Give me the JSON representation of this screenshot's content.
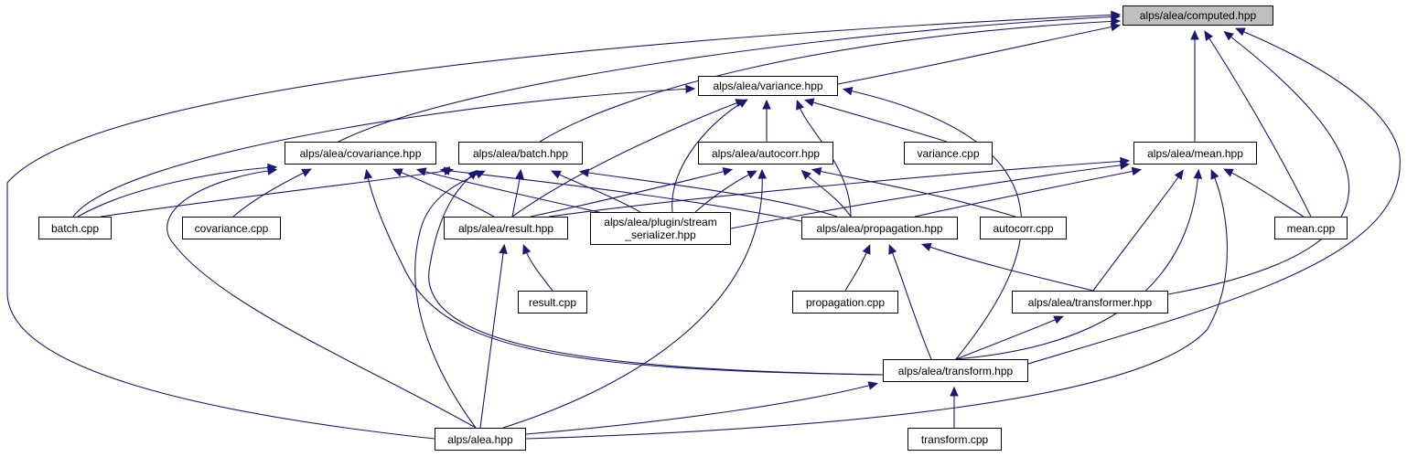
{
  "title": "alps/alea/computed.hpp",
  "nodes": [
    {
      "id": "computed_hpp",
      "label": "alps/alea/computed.hpp",
      "root": true
    },
    {
      "id": "variance_hpp",
      "label": "alps/alea/variance.hpp"
    },
    {
      "id": "covariance_hpp",
      "label": "alps/alea/covariance.hpp"
    },
    {
      "id": "batch_hpp",
      "label": "alps/alea/batch.hpp"
    },
    {
      "id": "autocorr_hpp",
      "label": "alps/alea/autocorr.hpp"
    },
    {
      "id": "variance_cpp",
      "label": "variance.cpp"
    },
    {
      "id": "mean_hpp",
      "label": "alps/alea/mean.hpp"
    },
    {
      "id": "batch_cpp",
      "label": "batch.cpp"
    },
    {
      "id": "covariance_cpp",
      "label": "covariance.cpp"
    },
    {
      "id": "result_hpp",
      "label": "alps/alea/result.hpp"
    },
    {
      "id": "stream_serializer_hpp",
      "label": "alps/alea/plugin/stream\n_serializer.hpp"
    },
    {
      "id": "propagation_hpp",
      "label": "alps/alea/propagation.hpp"
    },
    {
      "id": "autocorr_cpp",
      "label": "autocorr.cpp"
    },
    {
      "id": "mean_cpp",
      "label": "mean.cpp"
    },
    {
      "id": "result_cpp",
      "label": "result.cpp"
    },
    {
      "id": "propagation_cpp",
      "label": "propagation.cpp"
    },
    {
      "id": "transformer_hpp",
      "label": "alps/alea/transformer.hpp"
    },
    {
      "id": "transform_hpp",
      "label": "alps/alea/transform.hpp"
    },
    {
      "id": "alea_hpp",
      "label": "alps/alea.hpp"
    },
    {
      "id": "transform_cpp",
      "label": "transform.cpp"
    }
  ],
  "edges": [
    {
      "from": "variance_hpp",
      "to": "computed_hpp"
    },
    {
      "from": "covariance_hpp",
      "to": "computed_hpp"
    },
    {
      "from": "batch_hpp",
      "to": "computed_hpp"
    },
    {
      "from": "mean_hpp",
      "to": "computed_hpp"
    },
    {
      "from": "mean_cpp",
      "to": "computed_hpp"
    },
    {
      "from": "transformer_hpp",
      "to": "computed_hpp"
    },
    {
      "from": "transform_hpp",
      "to": "computed_hpp"
    },
    {
      "from": "alea_hpp",
      "to": "computed_hpp"
    },
    {
      "from": "batch_cpp",
      "to": "variance_hpp"
    },
    {
      "from": "result_hpp",
      "to": "variance_hpp"
    },
    {
      "from": "stream_serializer_hpp",
      "to": "variance_hpp"
    },
    {
      "from": "autocorr_hpp",
      "to": "variance_hpp"
    },
    {
      "from": "propagation_hpp",
      "to": "variance_hpp"
    },
    {
      "from": "variance_cpp",
      "to": "variance_hpp"
    },
    {
      "from": "transform_hpp",
      "to": "variance_hpp"
    },
    {
      "from": "batch_cpp",
      "to": "covariance_hpp"
    },
    {
      "from": "covariance_cpp",
      "to": "covariance_hpp"
    },
    {
      "from": "result_hpp",
      "to": "covariance_hpp"
    },
    {
      "from": "stream_serializer_hpp",
      "to": "covariance_hpp"
    },
    {
      "from": "propagation_hpp",
      "to": "covariance_hpp"
    },
    {
      "from": "transform_hpp",
      "to": "covariance_hpp"
    },
    {
      "from": "alea_hpp",
      "to": "covariance_hpp"
    },
    {
      "from": "batch_cpp",
      "to": "batch_hpp"
    },
    {
      "from": "result_hpp",
      "to": "batch_hpp"
    },
    {
      "from": "stream_serializer_hpp",
      "to": "batch_hpp"
    },
    {
      "from": "propagation_hpp",
      "to": "batch_hpp"
    },
    {
      "from": "transform_hpp",
      "to": "batch_hpp"
    },
    {
      "from": "alea_hpp",
      "to": "batch_hpp"
    },
    {
      "from": "result_hpp",
      "to": "autocorr_hpp"
    },
    {
      "from": "stream_serializer_hpp",
      "to": "autocorr_hpp"
    },
    {
      "from": "propagation_hpp",
      "to": "autocorr_hpp"
    },
    {
      "from": "autocorr_cpp",
      "to": "autocorr_hpp"
    },
    {
      "from": "alea_hpp",
      "to": "autocorr_hpp"
    },
    {
      "from": "result_hpp",
      "to": "mean_hpp"
    },
    {
      "from": "stream_serializer_hpp",
      "to": "mean_hpp"
    },
    {
      "from": "propagation_hpp",
      "to": "mean_hpp"
    },
    {
      "from": "mean_cpp",
      "to": "mean_hpp"
    },
    {
      "from": "transformer_hpp",
      "to": "mean_hpp"
    },
    {
      "from": "transform_hpp",
      "to": "mean_hpp"
    },
    {
      "from": "alea_hpp",
      "to": "mean_hpp"
    },
    {
      "from": "result_cpp",
      "to": "result_hpp"
    },
    {
      "from": "alea_hpp",
      "to": "result_hpp"
    },
    {
      "from": "propagation_cpp",
      "to": "propagation_hpp"
    },
    {
      "from": "transformer_hpp",
      "to": "propagation_hpp"
    },
    {
      "from": "transform_hpp",
      "to": "propagation_hpp"
    },
    {
      "from": "transform_hpp",
      "to": "transformer_hpp"
    },
    {
      "from": "alea_hpp",
      "to": "transform_hpp"
    },
    {
      "from": "transform_cpp",
      "to": "transform_hpp"
    }
  ],
  "colors": {
    "edge": "#191970",
    "root_fill": "#bfbfbf",
    "node_fill": "#ffffff",
    "border": "#000000"
  }
}
